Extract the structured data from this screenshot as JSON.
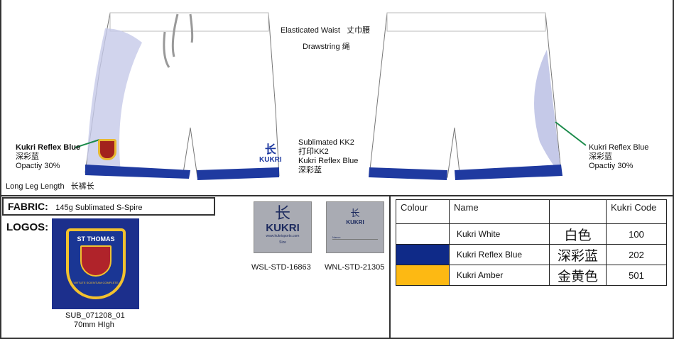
{
  "annotations": {
    "waist": "Elasticated Waist",
    "waist_cn": "丈巾腰",
    "drawstring": "Drawstring",
    "drawstring_cn": "绳",
    "left_color": [
      "Kukri Reflex Blue",
      "深彩蓝",
      "Opactiy 30%"
    ],
    "right_color": [
      "Kukri Reflex Blue",
      "深彩蓝",
      "Opactiy 30%"
    ],
    "sublimated": [
      "Sublimated KK2",
      "打印KK2",
      "Kukri Reflex Blue",
      "深彩蓝"
    ],
    "leg_length": "Long Leg Length",
    "leg_length_cn": "长裤长"
  },
  "fabric": {
    "label": "FABRIC:",
    "value": "145g Sublimated S-Spire"
  },
  "logos": {
    "label": "LOGOS:",
    "crest_text": "ST THOMAS",
    "crest_motto": "VIRTUTE SCIENTIAM COMPLETE",
    "code": "SUB_071208_01",
    "size": "70mm HIgh"
  },
  "labels": [
    {
      "brand": "KUKRI",
      "url": "www.kukrisports.com",
      "size": "Size",
      "code": "WSL-STD-16863"
    },
    {
      "brand": "KUKRI",
      "name": "Name:",
      "code": "WNL-STD-21305"
    }
  ],
  "brand_logo": "KUKRI",
  "colour_table": {
    "headers": [
      "Colour",
      "Name",
      "",
      "Kukri Code"
    ],
    "rows": [
      {
        "swatch": "#ffffff",
        "name": "Kukri White",
        "cn": "白色",
        "code": "100"
      },
      {
        "swatch": "#0f2a88",
        "name": "Kukri Reflex Blue",
        "cn": "深彩蓝",
        "code": "202"
      },
      {
        "swatch": "#fdb913",
        "name": "Kukri Amber",
        "cn": "金黄色",
        "code": "501"
      }
    ]
  }
}
